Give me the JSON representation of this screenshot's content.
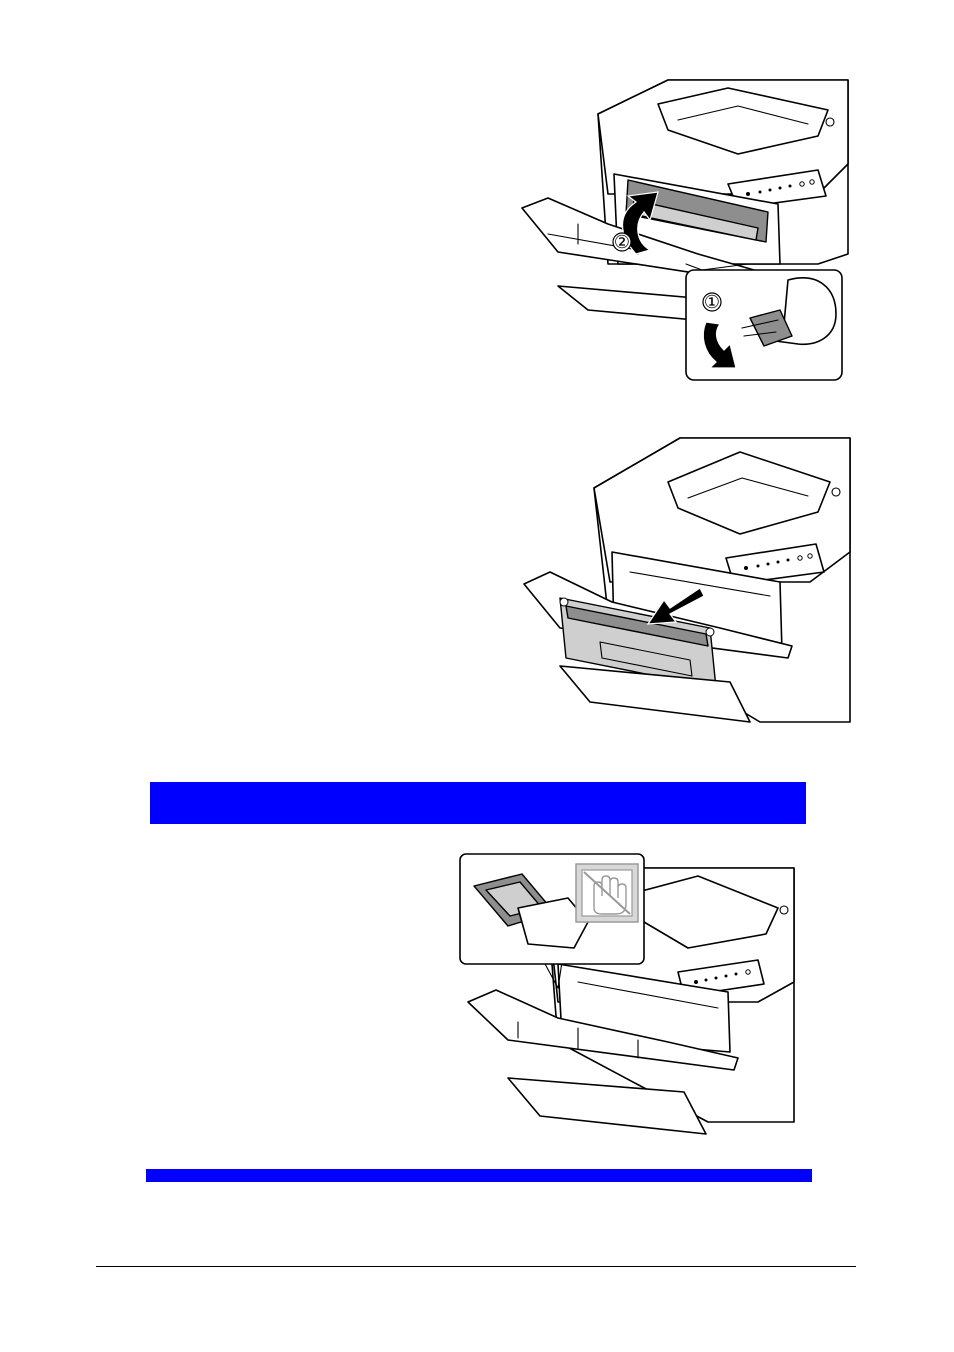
{
  "page": {
    "accent_color": "#0000ff",
    "rule_color": "#000000"
  },
  "figures": [
    {
      "name": "remove-toner-cartridge-illustration",
      "callouts": [
        "①",
        "②"
      ]
    },
    {
      "name": "pull-out-toner-cartridge-illustration"
    },
    {
      "name": "do-not-touch-roller-illustration",
      "icon": "no-touch-hand-icon"
    }
  ],
  "note_box": {
    "text": ""
  }
}
